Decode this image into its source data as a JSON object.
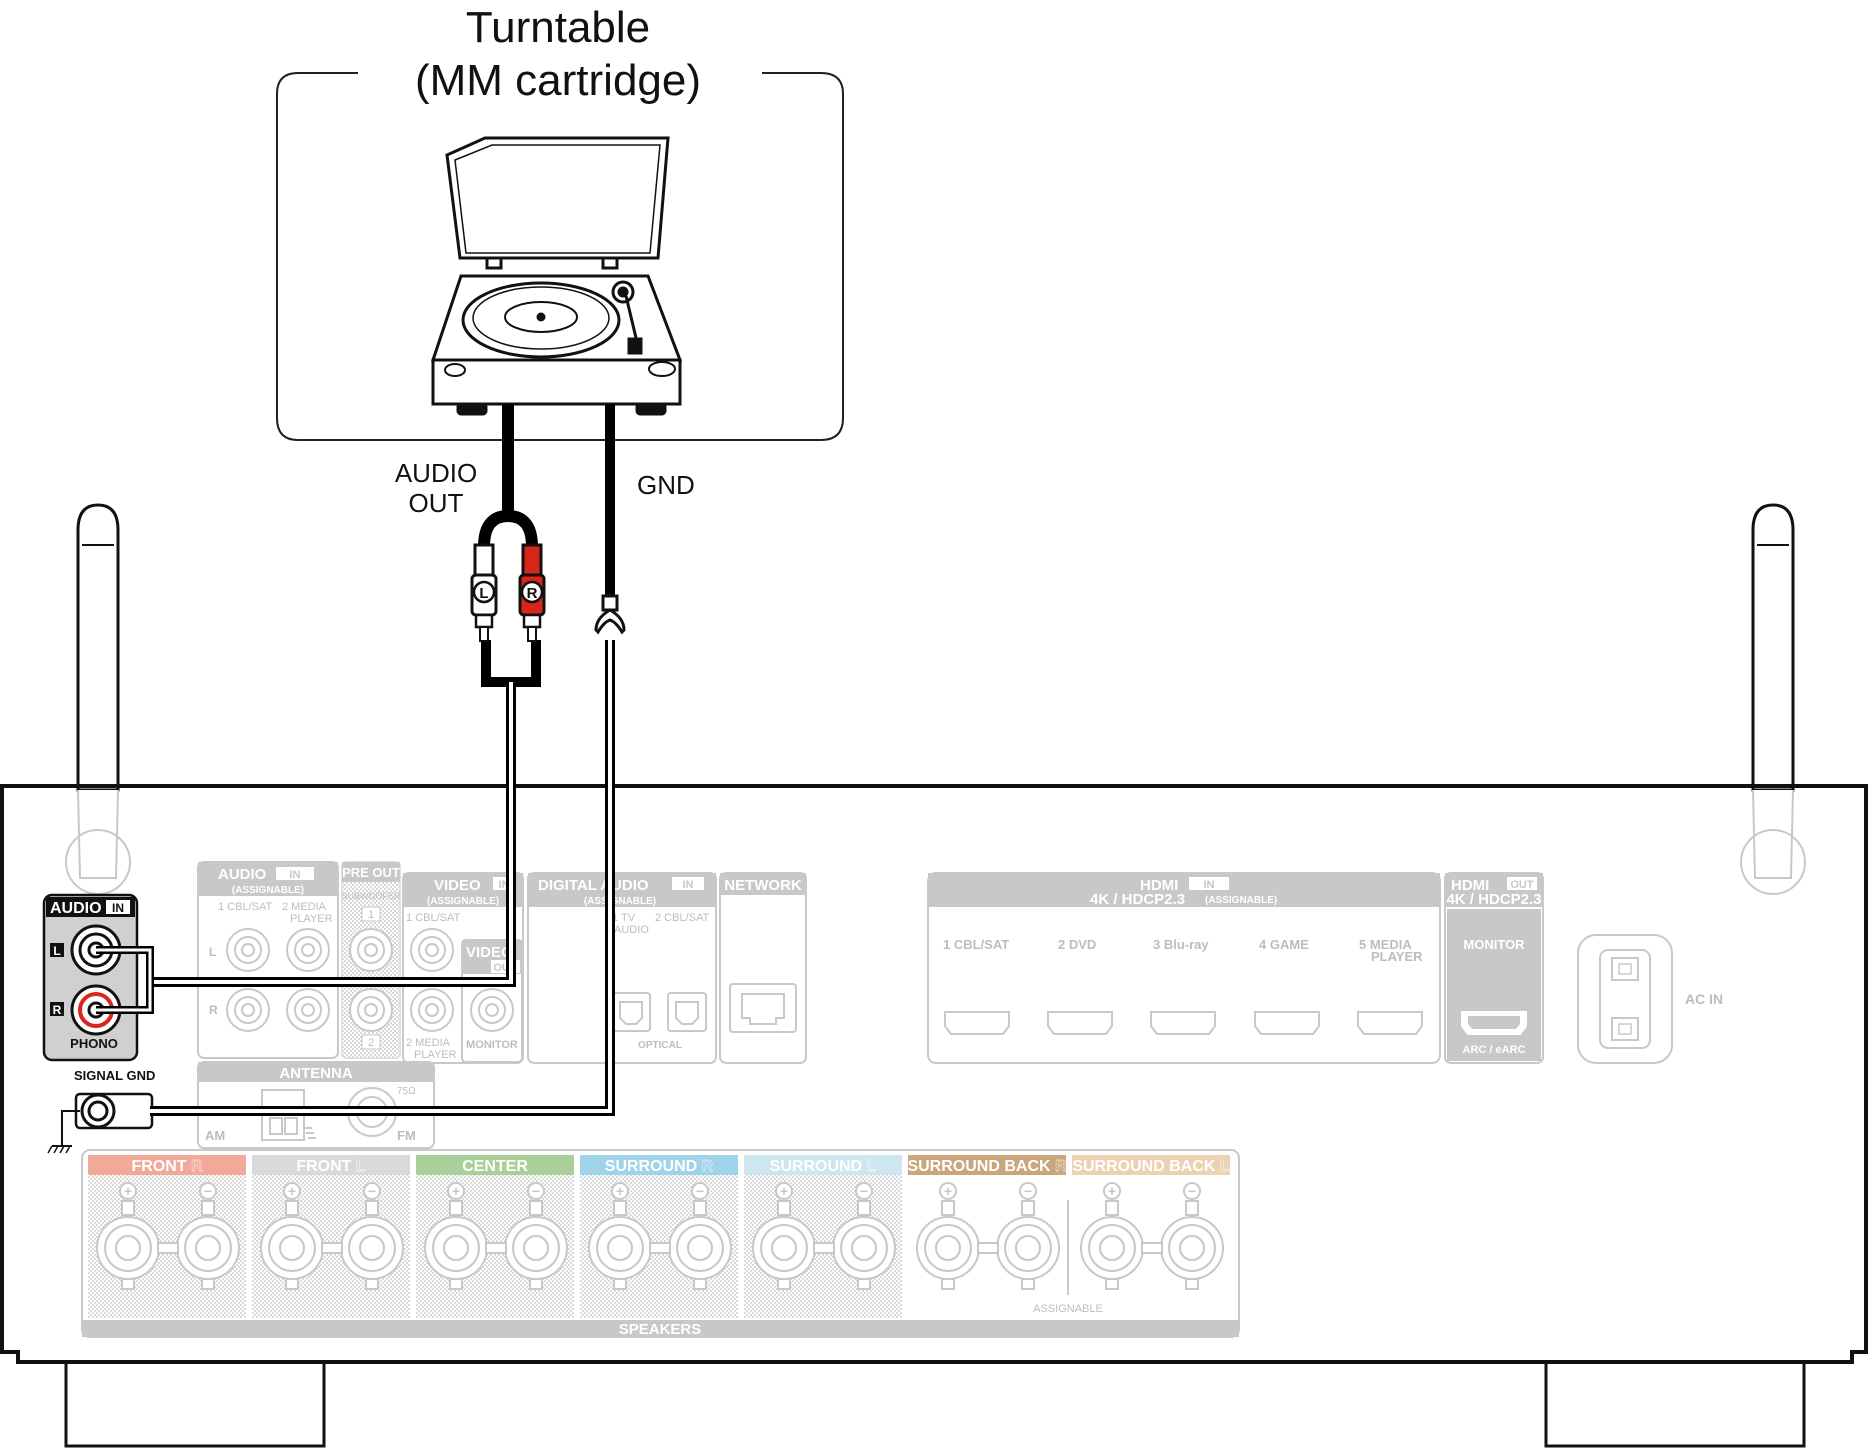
{
  "turntable": {
    "title_line1": "Turntable",
    "title_line2": "(MM cartridge)"
  },
  "cables": {
    "audio_out_line1": "AUDIO",
    "audio_out_line2": "OUT",
    "gnd": "GND",
    "plug_l": "L",
    "plug_r": "R"
  },
  "receiver": {
    "phono_panel": {
      "header": "AUDIO",
      "header_tag": "IN",
      "left": "L",
      "right": "R",
      "footer": "PHONO"
    },
    "signal_gnd": "SIGNAL GND",
    "audio_in": {
      "header": "AUDIO",
      "tag": "IN",
      "sub": "(ASSIGNABLE)",
      "input1": "1 CBL/SAT",
      "input2": "2  MEDIA",
      "input2b": "PLAYER",
      "l": "L",
      "r": "R"
    },
    "pre_out": {
      "header": "PRE OUT",
      "sub": "SUBWOOFER",
      "n1": "1",
      "n2": "2"
    },
    "video_in": {
      "header": "VIDEO",
      "tag": "IN",
      "sub": "(ASSIGNABLE)",
      "input1": "1 CBL/SAT",
      "input2": "2 MEDIA",
      "input2b": "PLAYER"
    },
    "video_out": {
      "header": "VIDEO",
      "tag": "OUT",
      "monitor": "MONITOR"
    },
    "digital_audio": {
      "header": "DIGITAL AUDIO",
      "tag": "IN",
      "sub": "(ASSIGNABLE)",
      "input1": "1  TV",
      "input1b": "AUDIO",
      "input2": "2 CBL/SAT",
      "footer": "OPTICAL"
    },
    "network": {
      "header": "NETWORK"
    },
    "hdmi_in": {
      "header": "HDMI",
      "tag": "IN",
      "sub": "4K / HDCP2.3",
      "sub_tag": "(ASSIGNABLE)",
      "inputs": [
        "1  CBL/SAT",
        "2  DVD",
        "3  Blu-ray",
        "4  GAME",
        "5  MEDIA"
      ],
      "input5b": "PLAYER"
    },
    "hdmi_out": {
      "header": "HDMI",
      "tag": "OUT",
      "sub": "4K / HDCP2.3",
      "monitor": "MONITOR",
      "arc": "ARC / eARC"
    },
    "ac_in": "AC IN",
    "antenna": {
      "header": "ANTENNA",
      "am": "AM",
      "fm": "FM",
      "ohm": "75Ω"
    },
    "speakers": {
      "footer": "SPEAKERS",
      "assignable": "ASSIGNABLE",
      "groups": [
        {
          "label": "FRONT",
          "tag": "R",
          "color": "#f2a99a"
        },
        {
          "label": "FRONT",
          "tag": "L",
          "color": "#d9d9d9"
        },
        {
          "label": "CENTER",
          "tag": "",
          "color": "#a9cf9a"
        },
        {
          "label": "SURROUND",
          "tag": "R",
          "color": "#9fd3ea"
        },
        {
          "label": "SURROUND",
          "tag": "L",
          "color": "#cde7f1"
        },
        {
          "label": "SURROUND BACK",
          "tag": "R",
          "color": "#c9a67c"
        },
        {
          "label": "SURROUND BACK",
          "tag": "L",
          "color": "#ecd2b2"
        }
      ]
    }
  },
  "colors": {
    "red_channel": "#d9261c",
    "panel_gray": "#c8c8c8",
    "cable": "#000000"
  }
}
